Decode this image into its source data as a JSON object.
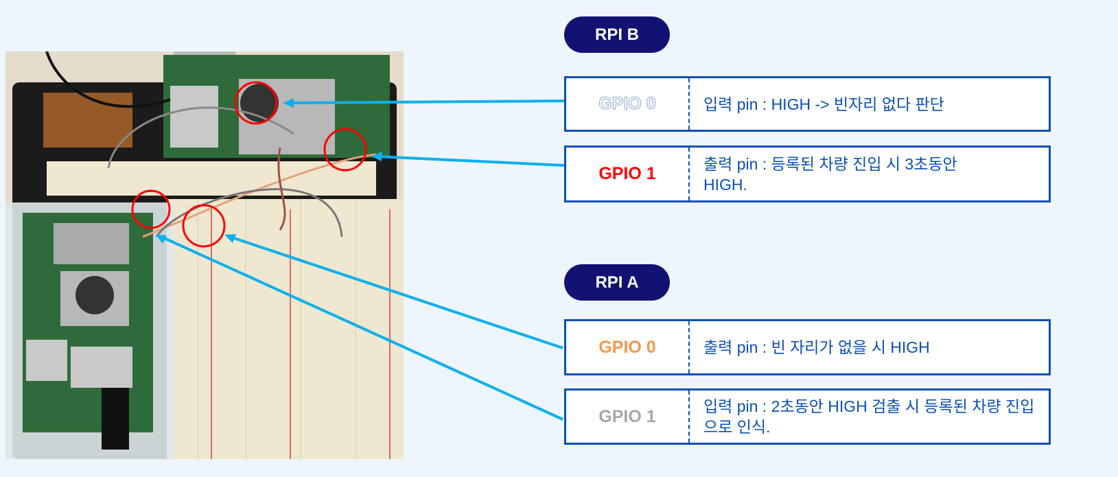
{
  "rpi_b": {
    "title": "RPI B",
    "pins": [
      {
        "label": "GPIO 0",
        "desc": "입력 pin : HIGH -> 빈자리 없다 판단",
        "color": "#ffffff"
      },
      {
        "label": "GPIO 1",
        "desc": "출력 pin : 등록된 차량 진입 시 3초동안 HIGH.",
        "color": "#ff0000"
      }
    ]
  },
  "rpi_a": {
    "title": "RPI A",
    "pins": [
      {
        "label": "GPIO 0",
        "desc": "출력 pin : 빈 자리가 없을 시 HIGH",
        "color": "#f7974a"
      },
      {
        "label": "GPIO 1",
        "desc": "입력 pin : 2초동안 HIGH 검출 시 등록된 차량 진입으로 인식.",
        "color": "#a6a6a6"
      }
    ]
  },
  "colors": {
    "pill": "#131273",
    "border": "#0a4fb3",
    "arrow": "#0bb0ef",
    "marker": "#ff0000"
  }
}
